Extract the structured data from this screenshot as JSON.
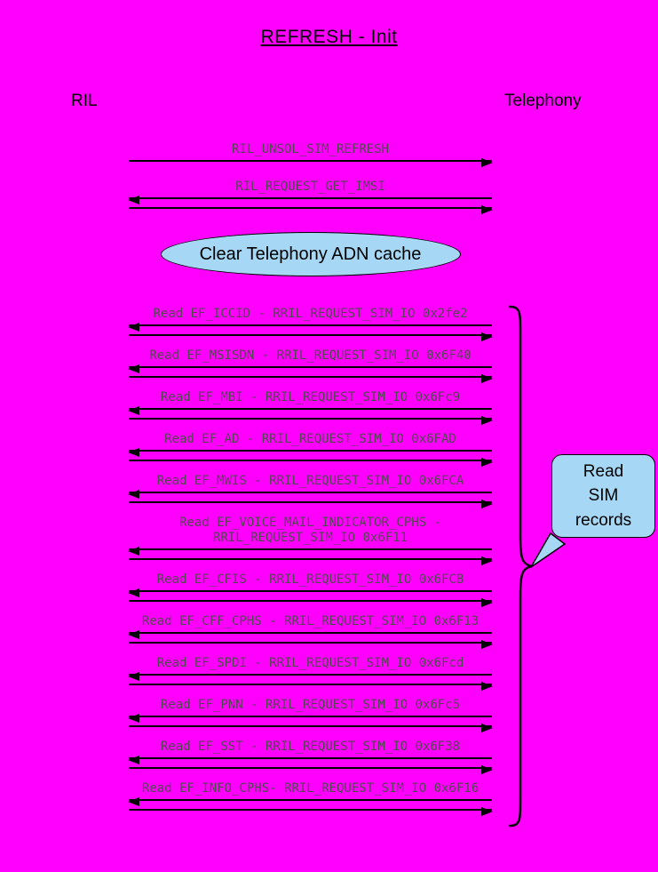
{
  "title": "REFRESH - Init",
  "actors": {
    "left": "RIL",
    "right": "Telephony"
  },
  "sequence": {
    "messages": [
      {
        "label": "RIL_UNSOL_SIM_REFRESH",
        "kind": "single-right"
      },
      {
        "label": "RIL_REQUEST_GET_IMSI",
        "kind": "request-response"
      }
    ],
    "note": "Clear Telephony ADN cache",
    "reads": [
      "Read EF_ICCID - RRIL_REQUEST_SIM_IO 0x2fe2",
      "Read EF_MSISDN - RRIL_REQUEST_SIM_IO 0x6F40",
      "Read EF_MBI - RRIL_REQUEST_SIM_IO 0x6Fc9",
      "Read EF_AD - RRIL_REQUEST_SIM_IO 0x6FAD",
      "Read EF_MWIS - RRIL_REQUEST_SIM_IO 0x6FCA",
      "Read EF_VOICE_MAIL_INDICATOR_CPHS - RRIL_REQUEST_SIM_IO 0x6F11",
      "Read EF_CFIS - RRIL_REQUEST_SIM_IO 0x6FCB",
      "Read EF_CFF_CPHS - RRIL_REQUEST_SIM_IO 0x6F13",
      "Read EF_SPDI - RRIL_REQUEST_SIM_IO 0x6Fcd",
      "Read EF_PNN - RRIL_REQUEST_SIM_IO 0x6Fc5",
      "Read EF_SST - RRIL_REQUEST_SIM_IO 0x6F38",
      "Read EF_INFO_CPHS- RRIL_REQUEST_SIM_IO 0x6F16"
    ],
    "callout": "Read SIM records"
  },
  "colors": {
    "background": "#ff00ff",
    "bubble_fill": "#a6d8f5",
    "line": "#000000",
    "label_text": "#4c4c4c"
  }
}
